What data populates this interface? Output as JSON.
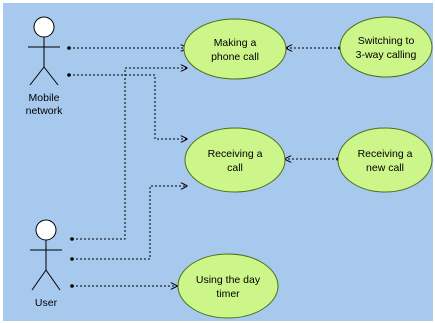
{
  "diagram": {
    "background": "#a8c9ee",
    "colors": {
      "use_case_fill": "#ccf58a",
      "use_case_stroke": "#4c6f16",
      "actor_stroke": "#000000",
      "connector": "#000000"
    },
    "actors": {
      "mobile_network": {
        "line1": "Mobile",
        "line2": "network"
      },
      "user": {
        "label": "User"
      }
    },
    "use_cases": {
      "making_call": {
        "line1": "Making a",
        "line2": "phone call"
      },
      "switching": {
        "line1": "Switching to",
        "line2": "3-way calling"
      },
      "receiving_call": {
        "line1": "Receiving a",
        "line2": "call"
      },
      "receiving_new": {
        "line1": "Receiving a",
        "line2": "new call"
      },
      "day_timer": {
        "line1": "Using the day",
        "line2": "timer"
      }
    }
  }
}
